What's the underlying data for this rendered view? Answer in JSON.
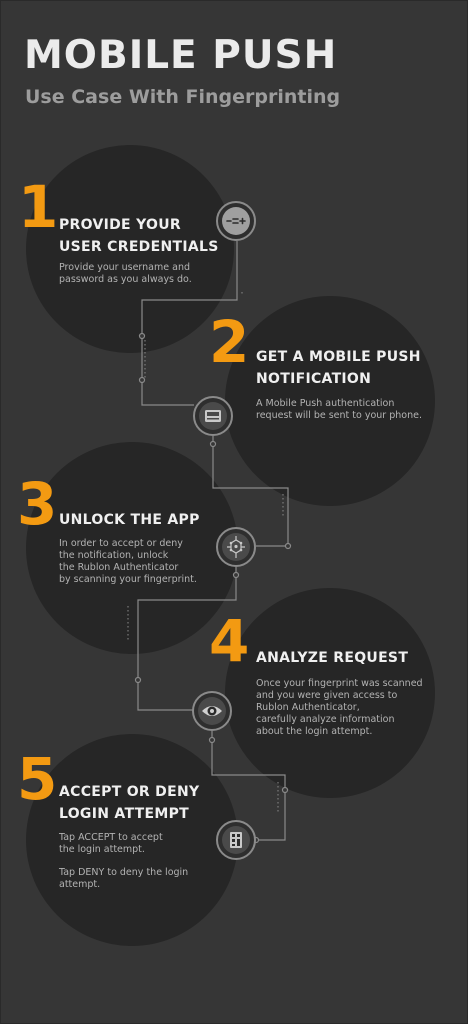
{
  "header": {
    "title": "MOBILE PUSH",
    "subtitle": "Use Case With Fingerprinting"
  },
  "steps": [
    {
      "number": "1",
      "title_line1": "PROVIDE YOUR",
      "title_line2": "USER CREDENTIALS",
      "desc_line1": "Provide your username and",
      "desc_line2": "password as you always do.",
      "icon": "credentials-icon"
    },
    {
      "number": "2",
      "title_line1": "GET A MOBILE PUSH",
      "title_line2": "NOTIFICATION",
      "desc_line1": "A Mobile Push authentication",
      "desc_line2": "request will be sent to your phone.",
      "icon": "notification-icon"
    },
    {
      "number": "3",
      "title_line1": "UNLOCK THE APP",
      "desc_line1": "In order to accept or deny",
      "desc_line2": "the notification, unlock",
      "desc_line3": "the Rublon Authenticator",
      "desc_line4": "by scanning your fingerprint.",
      "icon": "fingerprint-scan-icon"
    },
    {
      "number": "4",
      "title_line1": "ANALYZE REQUEST",
      "desc_line1": "Once your fingerprint was scanned",
      "desc_line2": "and you were given access to",
      "desc_line3": "Rublon Authenticator,",
      "desc_line4": "carefully analyze information",
      "desc_line5": "about the login attempt.",
      "icon": "eye-icon"
    },
    {
      "number": "5",
      "title_line1": "ACCEPT OR DENY",
      "title_line2": "LOGIN ATTEMPT",
      "desc_line1": "Tap ACCEPT to accept",
      "desc_line2": "the login attempt.",
      "desc_line3": "Tap DENY to deny the login",
      "desc_line4": "attempt.",
      "icon": "accept-deny-icon"
    }
  ],
  "colors": {
    "background": "#363636",
    "circle": "#262626",
    "accent": "#f39a12",
    "title": "#ebebeb",
    "subtitle": "#9d9d9d",
    "connector": "#8a8a8a"
  }
}
